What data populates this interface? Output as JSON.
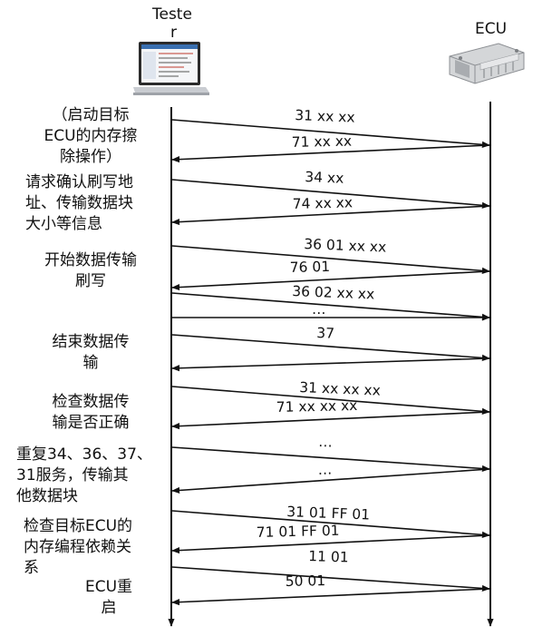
{
  "actors": {
    "tester": {
      "label_line1": "Teste",
      "label_line2": "r",
      "icon": "laptop-icon"
    },
    "ecu": {
      "label": "ECU",
      "icon": "ecu-module-icon"
    }
  },
  "steps": [
    {
      "label": "（启动目标\nECU的内存擦\n除操作）"
    },
    {
      "label": "请求确认刷写地\n址、传输数据块\n大小等信息"
    },
    {
      "label": "开始数据传输\n刷写"
    },
    {
      "label": "结束数据传\n输"
    },
    {
      "label": "检查数据传\n输是否正确"
    },
    {
      "label": "重复34、36、37、\n31服务，传输其\n他数据块"
    },
    {
      "label": "检查目标ECU的\n内存编程依赖关\n系"
    },
    {
      "label": "ECU重\n启"
    }
  ],
  "messages": [
    {
      "text": "31 xx xx",
      "direction": "to-ecu"
    },
    {
      "text": "71 xx xx",
      "direction": "to-tester"
    },
    {
      "text": "34 xx",
      "direction": "to-ecu"
    },
    {
      "text": "74 xx xx",
      "direction": "to-tester"
    },
    {
      "text": "36 01 xx xx",
      "direction": "to-ecu"
    },
    {
      "text": "76 01",
      "direction": "to-tester"
    },
    {
      "text": "36 02 xx xx",
      "direction": "to-ecu"
    },
    {
      "text": "…",
      "direction": "to-ecu"
    },
    {
      "text": "37",
      "direction": "to-ecu"
    },
    {
      "text": "",
      "direction": "to-tester"
    },
    {
      "text": "31 xx xx xx",
      "direction": "to-ecu"
    },
    {
      "text": "71 xx xx xx",
      "direction": "to-tester"
    },
    {
      "text": "…",
      "direction": "to-ecu"
    },
    {
      "text": "…",
      "direction": "to-tester"
    },
    {
      "text": "31 01 FF 01",
      "direction": "to-ecu"
    },
    {
      "text": "71 01 FF 01",
      "direction": "to-tester"
    },
    {
      "text": "11 01",
      "direction": "to-ecu"
    },
    {
      "text": "50 01",
      "direction": "to-tester"
    }
  ]
}
